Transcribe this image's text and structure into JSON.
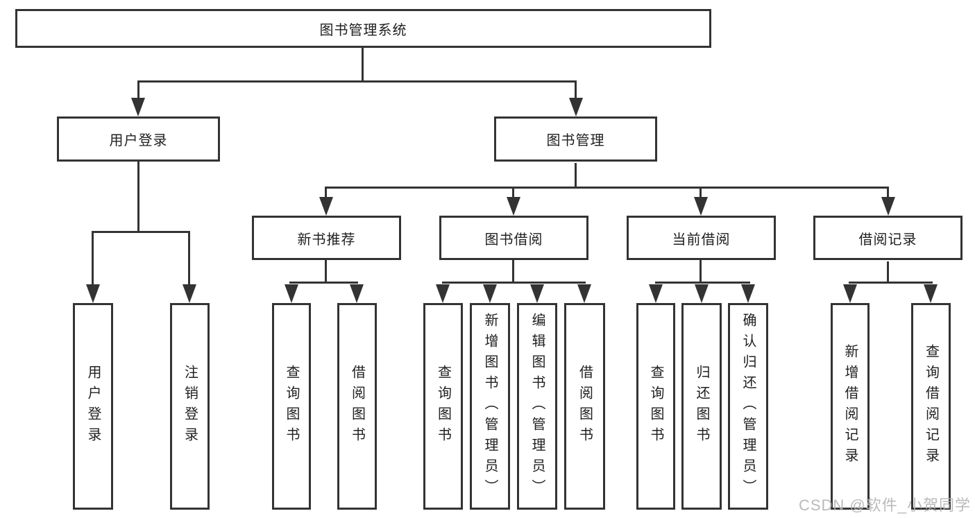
{
  "colors": {
    "line": "#333333",
    "text": "#1f1f1f",
    "bg": "#ffffff",
    "watermark": "#b3b3b3"
  },
  "watermark": {
    "text": "CSDN @软件_小贺同学"
  },
  "diagram": {
    "root": {
      "label": "图书管理系统"
    },
    "children": [
      {
        "label": "用户登录",
        "children": [
          {
            "label": "用户登录"
          },
          {
            "label": "注销登录"
          }
        ]
      },
      {
        "label": "图书管理",
        "children": [
          {
            "label": "新书推荐",
            "children": [
              {
                "label": "查询图书"
              },
              {
                "label": "借阅图书"
              }
            ]
          },
          {
            "label": "图书借阅",
            "children": [
              {
                "label": "查询图书"
              },
              {
                "label": "新增图书（管理员）"
              },
              {
                "label": "编辑图书（管理员）"
              },
              {
                "label": "借阅图书"
              }
            ]
          },
          {
            "label": "当前借阅",
            "children": [
              {
                "label": "查询图书"
              },
              {
                "label": "归还图书"
              },
              {
                "label": "确认归还（管理员）"
              }
            ]
          },
          {
            "label": "借阅记录",
            "children": [
              {
                "label": "新增借阅记录"
              },
              {
                "label": "查询借阅记录"
              }
            ]
          }
        ]
      }
    ]
  }
}
